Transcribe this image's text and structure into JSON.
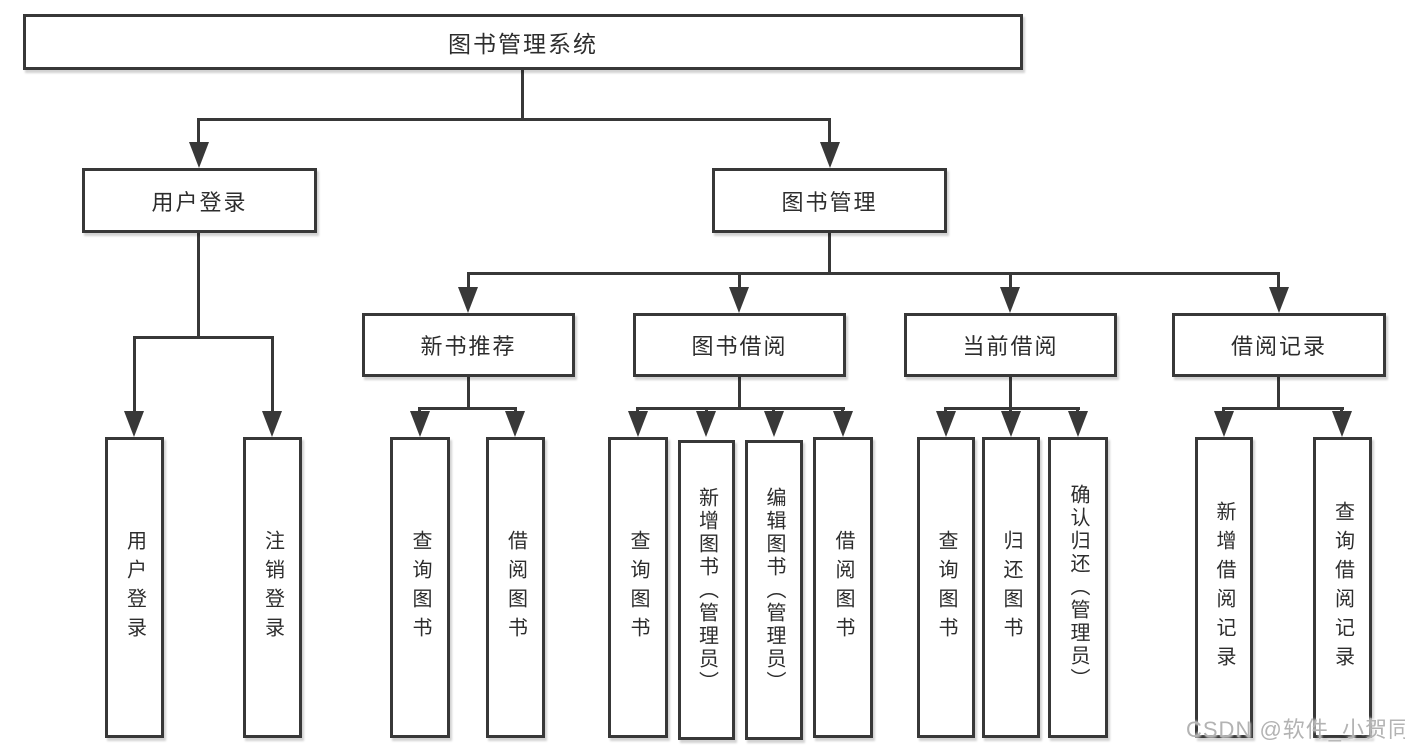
{
  "tree": {
    "root": "图书管理系统",
    "branches": [
      {
        "label": "用户登录",
        "children": [
          "用户登录",
          "注销登录"
        ]
      },
      {
        "label": "图书管理",
        "groups": [
          {
            "label": "新书推荐",
            "children": [
              "查询图书",
              "借阅图书"
            ]
          },
          {
            "label": "图书借阅",
            "children": [
              "查询图书",
              "新增图书（管理员）",
              "编辑图书（管理员）",
              "借阅图书"
            ]
          },
          {
            "label": "当前借阅",
            "children": [
              "查询图书",
              "归还图书",
              "确认归还（管理员）"
            ]
          },
          {
            "label": "借阅记录",
            "children": [
              "新增借阅记录",
              "查询借阅记录"
            ]
          }
        ]
      }
    ]
  },
  "watermark": {
    "text": "CSDN @软件_小贺同学"
  },
  "colors": {
    "line": "#383838",
    "text": "#2d2d2d",
    "background": "#ffffff",
    "watermark": "#b3b3b3"
  }
}
